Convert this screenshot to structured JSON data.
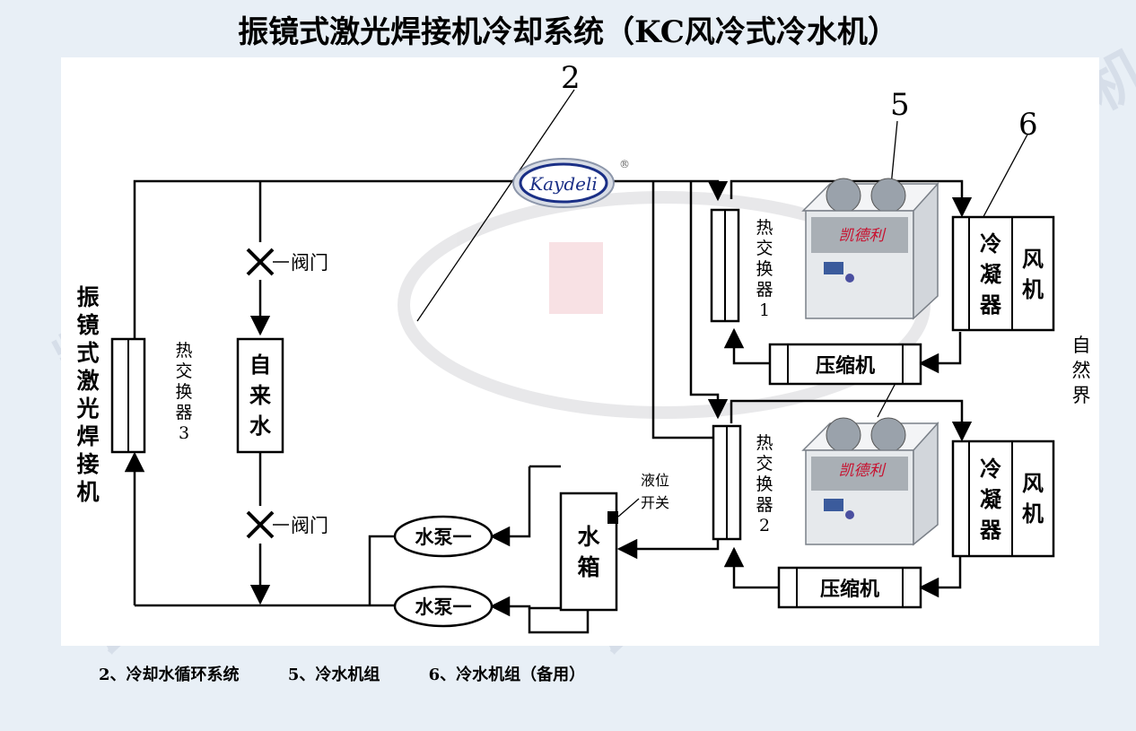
{
  "title": "振镜式激光焊接机冷却系统（KC风冷式冷水机）",
  "watermark": "凯德利冷水机",
  "logo": {
    "text": "Kaydeli",
    "mark": "®",
    "color": "#1a2f86",
    "accent": "#c8102e"
  },
  "callouts": {
    "n2": "2",
    "n5": "5",
    "n6": "6"
  },
  "laser_machine_label": [
    "振",
    "镜",
    "式",
    "激",
    "光",
    "焊",
    "接",
    "机"
  ],
  "hx3_label": [
    "热",
    "交",
    "换",
    "器",
    "3"
  ],
  "valve_label": "阀门",
  "tap_water_label": [
    "自",
    "来",
    "水"
  ],
  "tank_label": [
    "水",
    "箱"
  ],
  "level_switch_label": [
    "液位",
    "开关"
  ],
  "pump_labels": [
    "水泵一",
    "水泵一"
  ],
  "units": [
    {
      "hx_label": [
        "热",
        "交",
        "换",
        "器",
        "1"
      ],
      "condenser_label": [
        "冷",
        "凝",
        "器"
      ],
      "fan_label": [
        "风",
        "机"
      ],
      "compressor_label": "压缩机",
      "chiller_brand": "凯德利"
    },
    {
      "hx_label": [
        "热",
        "交",
        "换",
        "器",
        "2"
      ],
      "condenser_label": [
        "冷",
        "凝",
        "器"
      ],
      "fan_label": [
        "风",
        "机"
      ],
      "compressor_label": "压缩机",
      "chiller_brand": "凯德利"
    }
  ],
  "nature_label": [
    "自",
    "然",
    "界"
  ],
  "legend": [
    "2、冷却水循环系统",
    "5、冷水机组",
    "6、冷水机组（备用）"
  ],
  "colors": {
    "line": "#000000",
    "background": "#e8eff6",
    "panel": "#ffffff",
    "chiller_body": "#e6e9ec"
  }
}
